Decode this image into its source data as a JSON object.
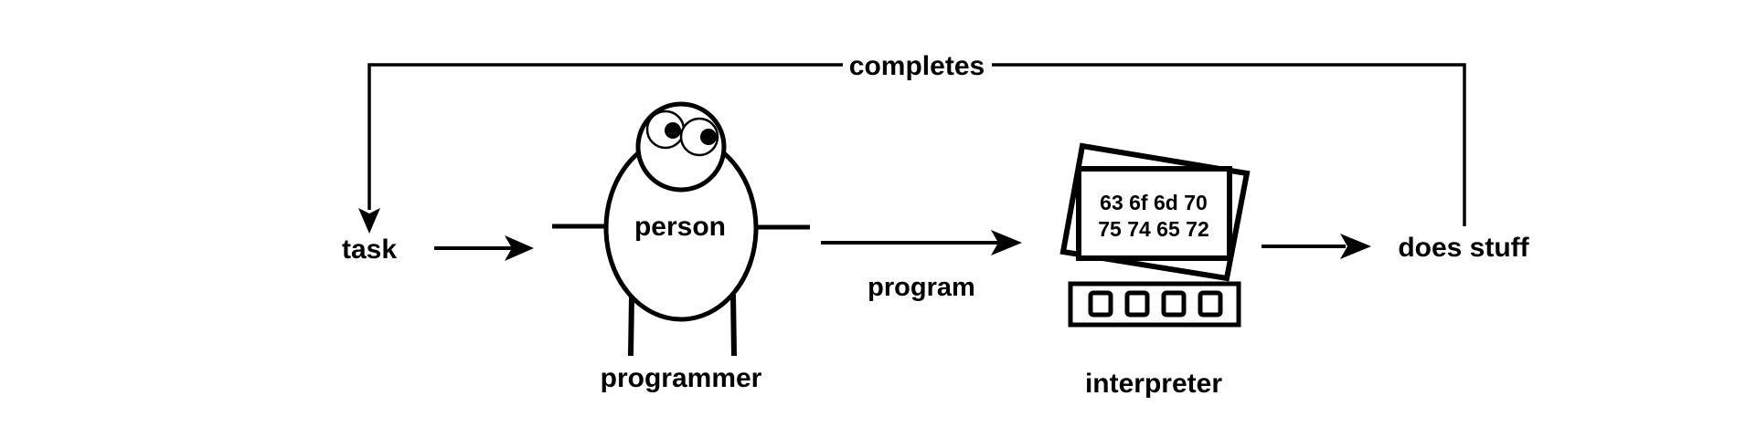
{
  "labels": {
    "completes": "completes",
    "task": "task",
    "person": "person",
    "programmer": "programmer",
    "program": "program",
    "interpreter": "interpreter",
    "does_stuff": "does stuff"
  },
  "screen_text": {
    "line1": "63 6f 6d 70",
    "line2": "75 74 65 72"
  },
  "colors": {
    "stroke": "#000000",
    "background": "#ffffff"
  }
}
